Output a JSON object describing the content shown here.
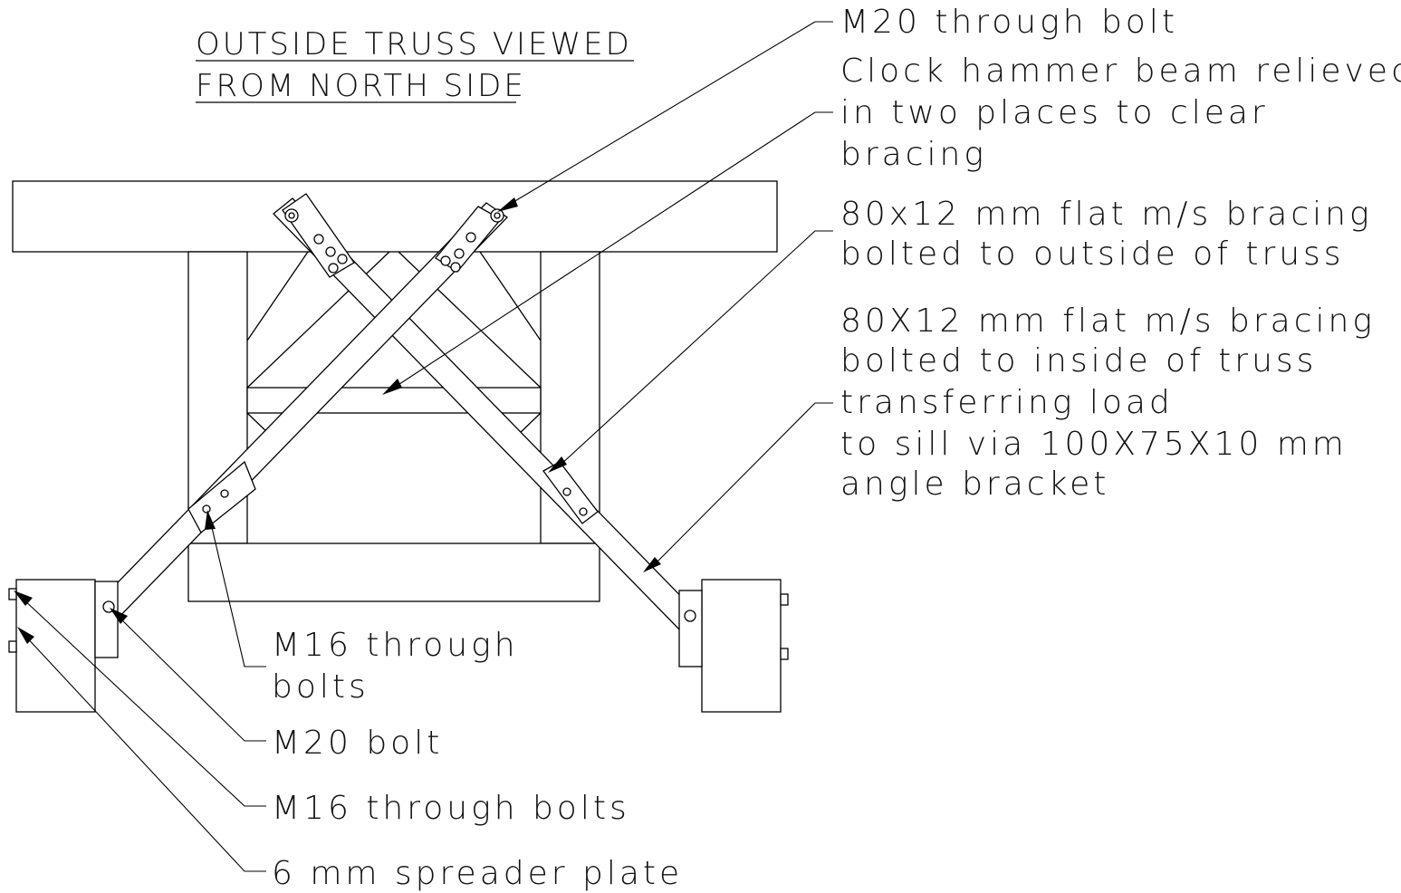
{
  "title": {
    "line1": "OUTSIDE TRUSS VIEWED",
    "line2": "FROM NORTH SIDE"
  },
  "callouts": {
    "m20_through_bolt": "M20 through bolt",
    "clock_hammer": [
      "Clock hammer beam relieved",
      "in two places to clear",
      "bracing"
    ],
    "outside_bracing": [
      "80x12 mm flat m/s bracing",
      "bolted to outside of truss"
    ],
    "inside_bracing": [
      "80X12 mm flat m/s bracing",
      "bolted to inside of truss",
      "transferring load",
      "to sill via 100X75X10 mm",
      "angle bracket"
    ],
    "m16_through_bolts_mid": [
      "M16 through",
      "bolts"
    ],
    "m20_bolt": "M20 bolt",
    "m16_through_bolts": "M16 through bolts",
    "spreader_plate": "6 mm spreader plate"
  },
  "colors": {
    "line": "#000000",
    "background": "#ffffff"
  }
}
